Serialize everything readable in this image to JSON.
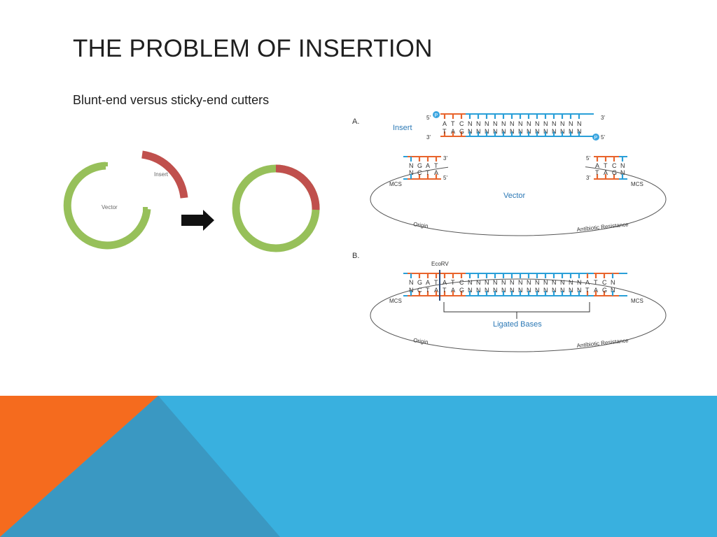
{
  "slide": {
    "title": "THE PROBLEM OF INSERTION",
    "subtitle": "Blunt-end versus sticky-end cutters"
  },
  "left_diagram": {
    "insert_label": "Insert",
    "vector_label": "Vector"
  },
  "right_diagram": {
    "panel_a": {
      "label": "A.",
      "insert_label": "Insert",
      "vector_label": "Vector",
      "mcs_label": "MCS",
      "origin_label": "Origin",
      "resistance_label": "Antibiotic Resistance",
      "phosphate_label": "P",
      "five_prime": "5'",
      "three_prime": "3'",
      "insert_top_seq": [
        "A",
        "T",
        "C",
        "N",
        "N",
        "N",
        "N",
        "N",
        "N",
        "N",
        "N",
        "N",
        "N",
        "N",
        "N",
        "N",
        "N"
      ],
      "insert_bottom_seq": [
        "T",
        "A",
        "G",
        "N",
        "N",
        "N",
        "N",
        "N",
        "N",
        "N",
        "N",
        "N",
        "N",
        "N",
        "N",
        "N",
        "N"
      ],
      "left_end_top": [
        "N",
        "G",
        "A",
        "T"
      ],
      "left_end_bottom": [
        "N",
        "C",
        "T",
        "A"
      ],
      "right_end_top": [
        "A",
        "T",
        "C",
        "N"
      ],
      "right_end_bottom": [
        "T",
        "A",
        "G",
        "N"
      ]
    },
    "panel_b": {
      "label": "B.",
      "enzyme_label": "EcoRV",
      "ligated_label": "Ligated Bases",
      "mcs_label": "MCS",
      "origin_label": "Origin",
      "resistance_label": "Antibiotic Resistance",
      "top_seq": [
        "N",
        "G",
        "A",
        "T",
        "A",
        "T",
        "C",
        "N",
        "N",
        "N",
        "N",
        "N",
        "N",
        "N",
        "N",
        "N",
        "N",
        "N",
        "N",
        "N",
        "N",
        "A",
        "T",
        "C",
        "N"
      ],
      "bottom_seq": [
        "N",
        "C",
        "T",
        "A",
        "T",
        "A",
        "G",
        "N",
        "N",
        "N",
        "N",
        "N",
        "N",
        "N",
        "N",
        "N",
        "N",
        "N",
        "N",
        "N",
        "N",
        "T",
        "A",
        "G",
        "N"
      ]
    }
  },
  "colors": {
    "vector_green": "#97c05a",
    "insert_red": "#c0504d",
    "arrow_black": "#111111",
    "base_orange": "#e8642c",
    "base_blue": "#2a9fd8",
    "label_blue": "#2b78b5",
    "footer_blue": "#39b0df",
    "footer_orange": "#f56b1e",
    "footer_steel": "#3a98c2"
  }
}
